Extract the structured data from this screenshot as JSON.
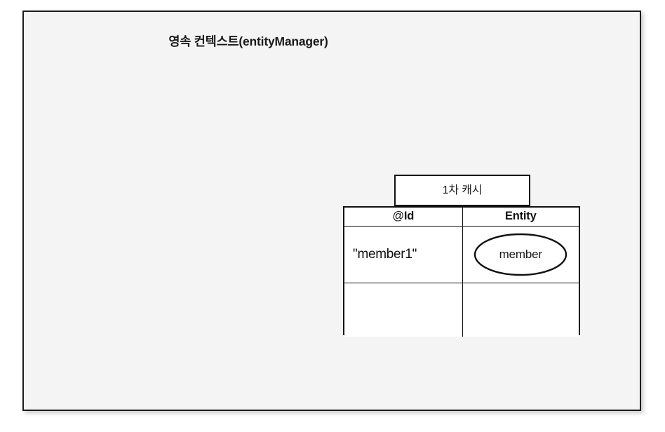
{
  "diagram": {
    "title": "영속 컨텍스트(entityManager)",
    "background_color": "#f4f4f4",
    "frame_border_color": "#1c1c1c",
    "line_color": "#111111",
    "cache_box": {
      "tab_label": "1차 캐시",
      "columns": [
        {
          "label": "@Id",
          "at_sign": "@",
          "name": "Id"
        },
        {
          "label": "Entity",
          "at_sign": "",
          "name": "Entity"
        }
      ],
      "rows": [
        {
          "id": "\"member1\"",
          "entity": "member",
          "entity_shape": "ellipse"
        },
        {
          "id": "",
          "entity": "",
          "entity_shape": "none"
        }
      ]
    }
  }
}
